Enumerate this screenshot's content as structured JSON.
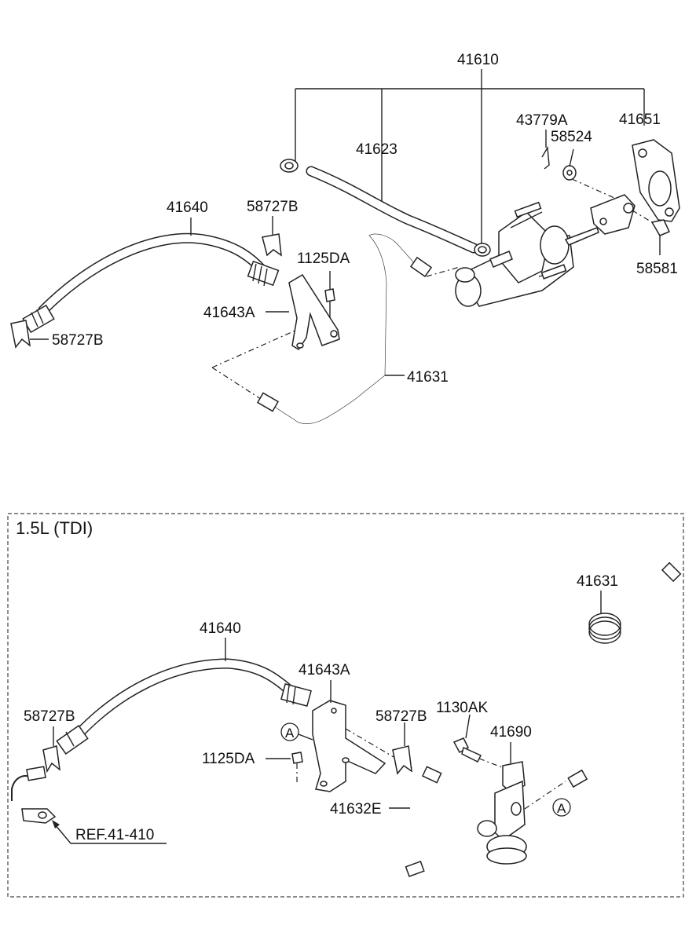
{
  "top": {
    "labels": {
      "p41610": "41610",
      "p41623": "41623",
      "p43779A": "43779A",
      "p41651": "41651",
      "p58524": "58524",
      "p41640": "41640",
      "p58727B_a": "58727B",
      "p1125DA": "1125DA",
      "p41643A": "41643A",
      "p58581": "58581",
      "p58727B_b": "58727B",
      "p41631": "41631"
    }
  },
  "bottom": {
    "section_title": "1.5L (TDI)",
    "labels": {
      "p41631": "41631",
      "p41640": "41640",
      "p41643A": "41643A",
      "p58727B_a": "58727B",
      "p1130AK": "1130AK",
      "p58727B_b": "58727B",
      "p41690": "41690",
      "p1125DA": "1125DA",
      "p41632E": "41632E",
      "ref": "REF.41-410",
      "markerA1": "A",
      "markerA2": "A"
    }
  }
}
